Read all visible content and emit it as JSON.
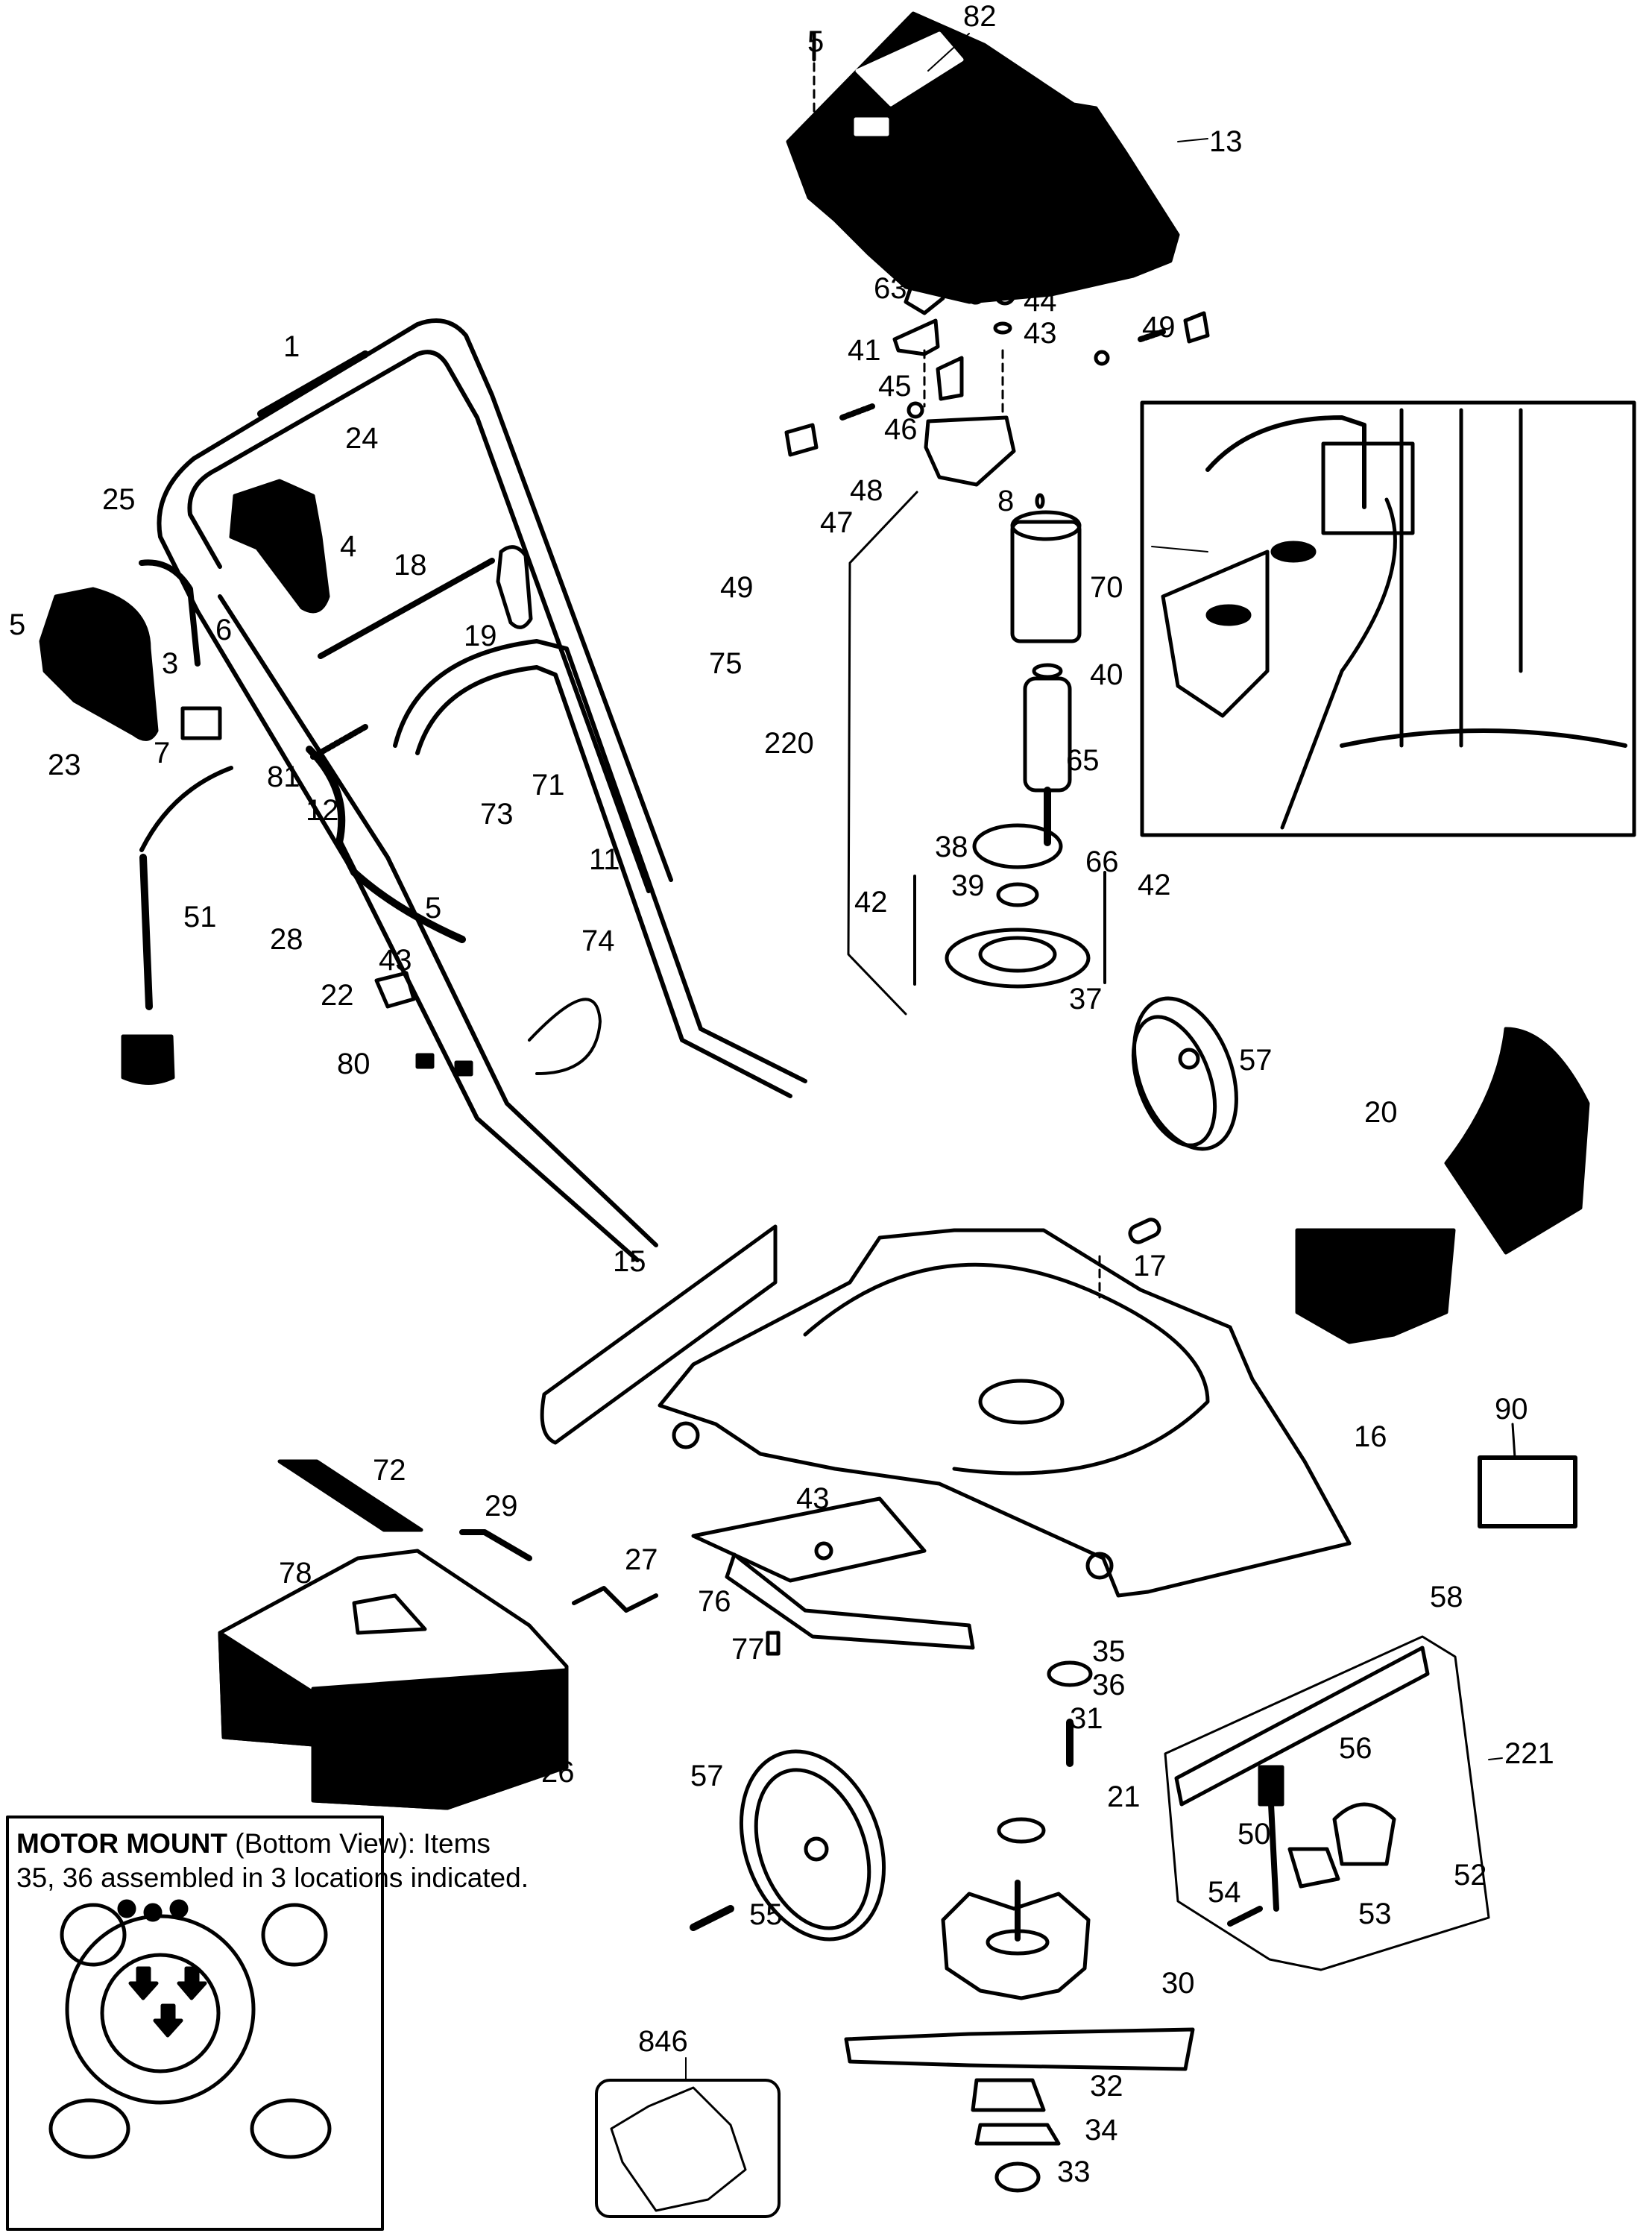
{
  "diagram": {
    "type": "exploded-parts-diagram",
    "subject": "electric lawn mower",
    "line_color": "#000000",
    "background_color": "#ffffff",
    "callouts": [
      {
        "id": "c5a",
        "label": "5",
        "part": "screw (cover)"
      },
      {
        "id": "c82",
        "label": "82",
        "part": "label"
      },
      {
        "id": "c13",
        "label": "13",
        "part": "motor cover"
      },
      {
        "id": "c63",
        "label": "63",
        "part": "terminal block"
      },
      {
        "id": "c5b",
        "label": "5",
        "part": "screw"
      },
      {
        "id": "c44",
        "label": "44",
        "part": "nut"
      },
      {
        "id": "c43a",
        "label": "43",
        "part": "washer"
      },
      {
        "id": "c49a",
        "label": "49",
        "part": "brush holder"
      },
      {
        "id": "c41",
        "label": "41",
        "part": "bracket"
      },
      {
        "id": "c45",
        "label": "45",
        "part": "plate"
      },
      {
        "id": "c46",
        "label": "46",
        "part": "brush box"
      },
      {
        "id": "c48",
        "label": "48",
        "part": "brush cap"
      },
      {
        "id": "c47",
        "label": "47",
        "part": "spring"
      },
      {
        "id": "c8",
        "label": "8",
        "part": "pin"
      },
      {
        "id": "c49b",
        "label": "49",
        "part": "brush holder"
      },
      {
        "id": "c70",
        "label": "70",
        "part": "field housing"
      },
      {
        "id": "c40",
        "label": "40",
        "part": "bearing"
      },
      {
        "id": "c65",
        "label": "65",
        "part": "armature"
      },
      {
        "id": "c66",
        "label": "66",
        "part": "clip"
      },
      {
        "id": "c38",
        "label": "38",
        "part": "fan baffle"
      },
      {
        "id": "c39",
        "label": "39",
        "part": "bearing"
      },
      {
        "id": "c42a",
        "label": "42",
        "part": "through bolt"
      },
      {
        "id": "c42b",
        "label": "42",
        "part": "through bolt"
      },
      {
        "id": "c37",
        "label": "37",
        "part": "end bell"
      },
      {
        "id": "c220",
        "label": "220",
        "part": "motor assembly"
      },
      {
        "id": "c1",
        "label": "1",
        "part": "upper handle"
      },
      {
        "id": "c24",
        "label": "24",
        "part": "nut"
      },
      {
        "id": "c25",
        "label": "25",
        "part": "cord clip"
      },
      {
        "id": "c4",
        "label": "4",
        "part": "switch lever"
      },
      {
        "id": "c18",
        "label": "18",
        "part": "rod"
      },
      {
        "id": "c19",
        "label": "19",
        "part": "cord hook"
      },
      {
        "id": "c5c",
        "label": "5",
        "part": "screw"
      },
      {
        "id": "c6",
        "label": "6",
        "part": "link"
      },
      {
        "id": "c3",
        "label": "3",
        "part": "switch housing"
      },
      {
        "id": "c23",
        "label": "23",
        "part": "screw"
      },
      {
        "id": "c7",
        "label": "7",
        "part": "switch"
      },
      {
        "id": "c81",
        "label": "81",
        "part": "strain relief"
      },
      {
        "id": "c75",
        "label": "75",
        "part": "bolt"
      },
      {
        "id": "c71",
        "label": "71",
        "part": "wing nut"
      },
      {
        "id": "c73",
        "label": "73",
        "part": "washer"
      },
      {
        "id": "c12",
        "label": "12",
        "part": "bolt"
      },
      {
        "id": "c11",
        "label": "11",
        "part": "lower handle"
      },
      {
        "id": "c51",
        "label": "51",
        "part": "cord set"
      },
      {
        "id": "c5d",
        "label": "5",
        "part": "screw"
      },
      {
        "id": "c28",
        "label": "28",
        "part": "cord"
      },
      {
        "id": "c43b",
        "label": "43",
        "part": "washer"
      },
      {
        "id": "c74",
        "label": "74",
        "part": "wire clip"
      },
      {
        "id": "c22",
        "label": "22",
        "part": "cord clamp"
      },
      {
        "id": "c80",
        "label": "80",
        "part": "connector"
      },
      {
        "id": "c57a",
        "label": "57",
        "part": "wheel"
      },
      {
        "id": "c20",
        "label": "20",
        "part": "discharge chute"
      },
      {
        "id": "c15",
        "label": "15",
        "part": "front baffle"
      },
      {
        "id": "c17",
        "label": "17",
        "part": "pin"
      },
      {
        "id": "c16",
        "label": "16",
        "part": "deck"
      },
      {
        "id": "c90",
        "label": "90",
        "part": "item (box)"
      },
      {
        "id": "c72",
        "label": "72",
        "part": "label"
      },
      {
        "id": "c29",
        "label": "29",
        "part": "hinge rod"
      },
      {
        "id": "c43c",
        "label": "43",
        "part": "washer"
      },
      {
        "id": "c27",
        "label": "27",
        "part": "spring"
      },
      {
        "id": "c78",
        "label": "78",
        "part": "label"
      },
      {
        "id": "c26",
        "label": "26",
        "part": "rear door"
      },
      {
        "id": "c76",
        "label": "76",
        "part": "axle bracket"
      },
      {
        "id": "c58",
        "label": "58",
        "part": "axle"
      },
      {
        "id": "c77",
        "label": "77",
        "part": "bolt"
      },
      {
        "id": "c35",
        "label": "35",
        "part": "isolator"
      },
      {
        "id": "c36",
        "label": "36",
        "part": "screw"
      },
      {
        "id": "c221",
        "label": "221",
        "part": "height adjuster assembly"
      },
      {
        "id": "c56",
        "label": "56",
        "part": "grip"
      },
      {
        "id": "c57b",
        "label": "57",
        "part": "wheel"
      },
      {
        "id": "c31",
        "label": "31",
        "part": "spacer"
      },
      {
        "id": "c50",
        "label": "50",
        "part": "lever"
      },
      {
        "id": "c52",
        "label": "52",
        "part": "detent plate"
      },
      {
        "id": "c21",
        "label": "21",
        "part": "fan"
      },
      {
        "id": "c54",
        "label": "54",
        "part": "bolt"
      },
      {
        "id": "c53",
        "label": "53",
        "part": "bracket"
      },
      {
        "id": "c55",
        "label": "55",
        "part": "wheel bolt"
      },
      {
        "id": "c30",
        "label": "30",
        "part": "blade"
      },
      {
        "id": "c846",
        "label": "846",
        "part": "hardware bag"
      },
      {
        "id": "c32",
        "label": "32",
        "part": "blade adapter"
      },
      {
        "id": "c34",
        "label": "34",
        "part": "washer"
      },
      {
        "id": "c33",
        "label": "33",
        "part": "nut"
      }
    ]
  },
  "motor_mount_note": {
    "title_bold": "MOTOR MOUNT",
    "title_rest": " (Bottom View): Items",
    "line2": "35, 36 assembled in 3 locations indicated."
  }
}
